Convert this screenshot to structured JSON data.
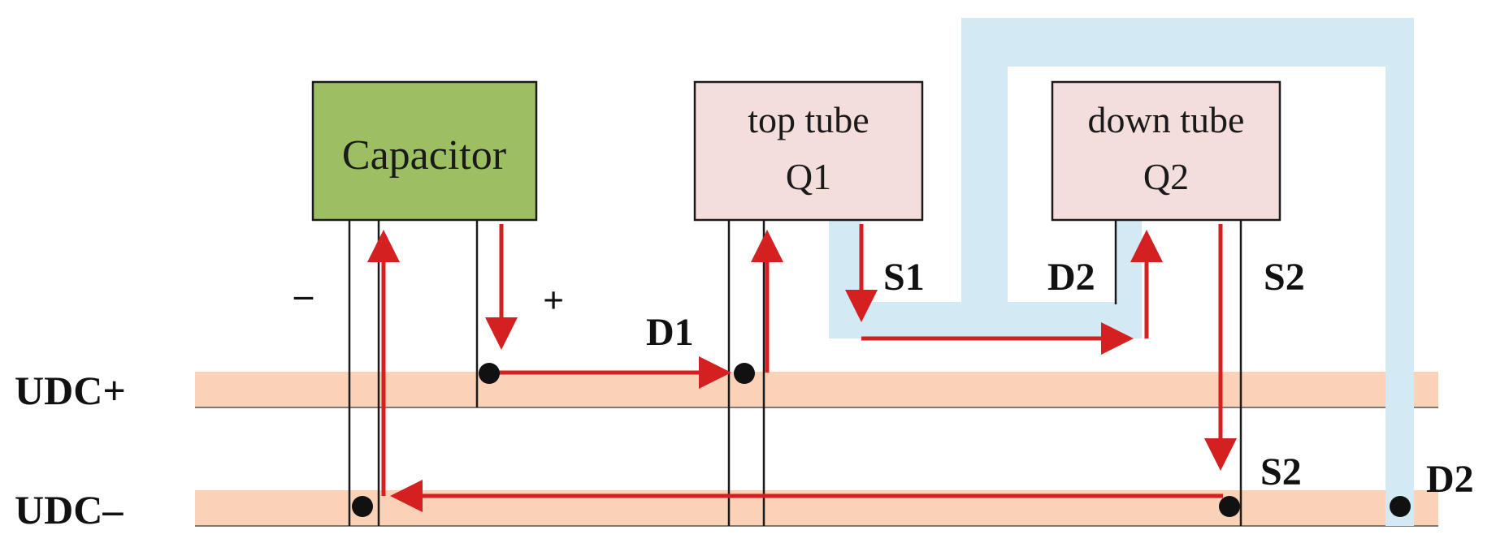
{
  "components": {
    "capacitor": "Capacitor",
    "top_tube_line1": "top tube",
    "top_tube_line2": "Q1",
    "down_tube_line1": "down tube",
    "down_tube_line2": "Q2"
  },
  "terminals": {
    "minus": "–",
    "plus": "+",
    "d1": "D1",
    "s1": "S1",
    "d2_upper": "D2",
    "s2_upper": "S2",
    "s2_lower": "S2",
    "d2_lower": "D2"
  },
  "buses": {
    "positive": "UDC+",
    "negative": "UDC–"
  },
  "colors": {
    "capacitor_fill": "#9dbf62",
    "tube_fill": "#f3dedb",
    "bus_fill": "#f9d2b8",
    "connector_fill": "#d3e9f4",
    "current_flow": "#d42020"
  }
}
